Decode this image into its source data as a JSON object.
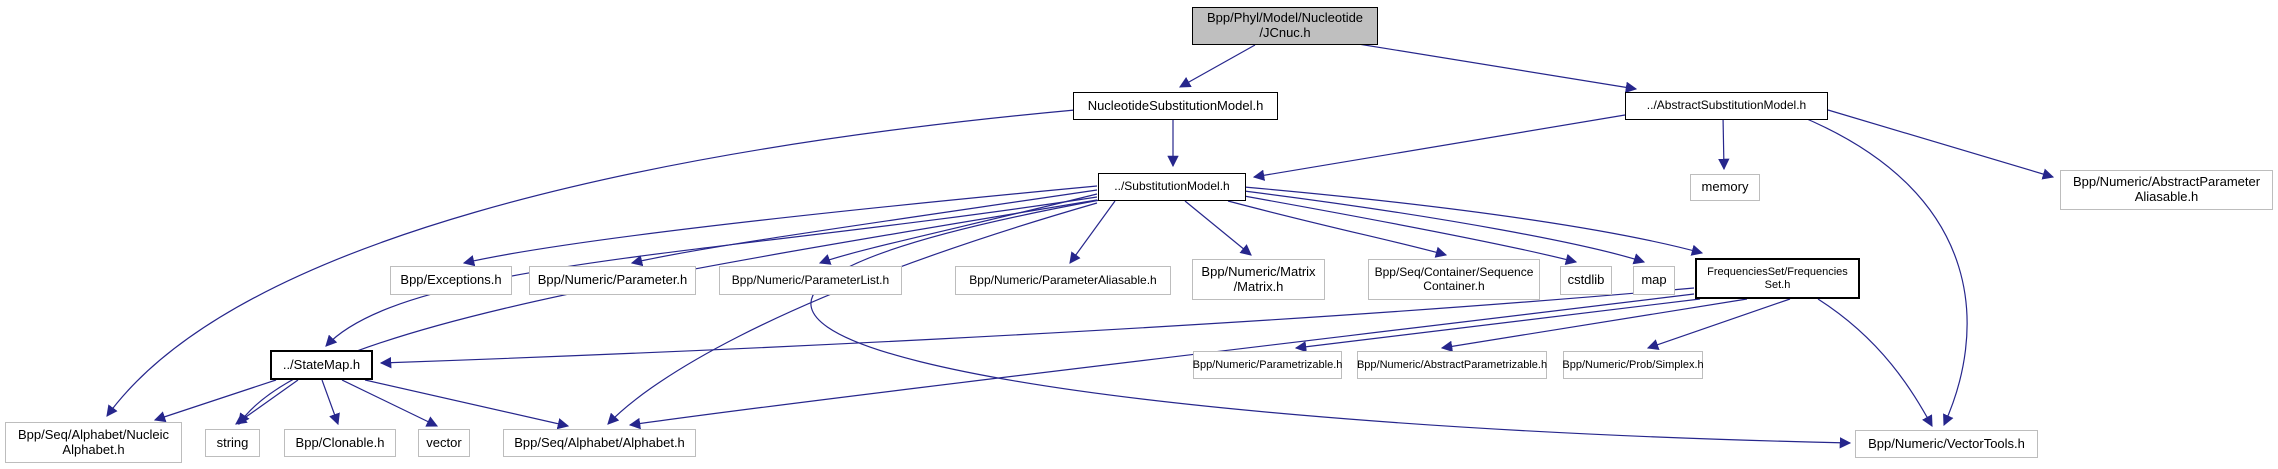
{
  "diagram": {
    "kind": "include-dependency-graph",
    "edge_color": "#26268c",
    "root_fill": "#bfbfbf",
    "documented_border": "#000000",
    "external_border": "#bdbdbd"
  },
  "nodes": {
    "jcnuc": {
      "label": "Bpp/Phyl/Model/Nucleotide\n/JCnuc.h"
    },
    "nucsubmodel": {
      "label": "NucleotideSubstitutionModel.h"
    },
    "abssubmodel": {
      "label": "../AbstractSubstitutionModel.h"
    },
    "submodel": {
      "label": "../SubstitutionModel.h"
    },
    "memory": {
      "label": "memory"
    },
    "absparamaliasable": {
      "label": "Bpp/Numeric/AbstractParameter\nAliasable.h"
    },
    "exceptions": {
      "label": "Bpp/Exceptions.h"
    },
    "parameter": {
      "label": "Bpp/Numeric/Parameter.h"
    },
    "parameterlist": {
      "label": "Bpp/Numeric/ParameterList.h"
    },
    "paramaliasable": {
      "label": "Bpp/Numeric/ParameterAliasable.h"
    },
    "matrix": {
      "label": "Bpp/Numeric/Matrix\n/Matrix.h"
    },
    "seqcontainer": {
      "label": "Bpp/Seq/Container/Sequence\nContainer.h"
    },
    "cstdlib": {
      "label": "cstdlib"
    },
    "map": {
      "label": "map"
    },
    "freqset": {
      "label": "FrequenciesSet/Frequencies\nSet.h"
    },
    "statemap": {
      "label": "../StateMap.h"
    },
    "parametrizable": {
      "label": "Bpp/Numeric/Parametrizable.h"
    },
    "absparametrizable": {
      "label": "Bpp/Numeric/AbstractParametrizable.h"
    },
    "simplex": {
      "label": "Bpp/Numeric/Prob/Simplex.h"
    },
    "nucleicalphabet": {
      "label": "Bpp/Seq/Alphabet/Nucleic\nAlphabet.h"
    },
    "string": {
      "label": "string"
    },
    "clonable": {
      "label": "Bpp/Clonable.h"
    },
    "vector": {
      "label": "vector"
    },
    "alphabet": {
      "label": "Bpp/Seq/Alphabet/Alphabet.h"
    },
    "vectortools": {
      "label": "Bpp/Numeric/VectorTools.h"
    }
  },
  "edges": [
    {
      "from": "jcnuc",
      "to": "nucsubmodel"
    },
    {
      "from": "jcnuc",
      "to": "abssubmodel"
    },
    {
      "from": "nucsubmodel",
      "to": "submodel"
    },
    {
      "from": "nucsubmodel",
      "to": "nucleicalphabet"
    },
    {
      "from": "abssubmodel",
      "to": "submodel"
    },
    {
      "from": "abssubmodel",
      "to": "memory"
    },
    {
      "from": "abssubmodel",
      "to": "absparamaliasable"
    },
    {
      "from": "abssubmodel",
      "to": "vectortools"
    },
    {
      "from": "submodel",
      "to": "exceptions"
    },
    {
      "from": "submodel",
      "to": "parameter"
    },
    {
      "from": "submodel",
      "to": "parameterlist"
    },
    {
      "from": "submodel",
      "to": "paramaliasable"
    },
    {
      "from": "submodel",
      "to": "matrix"
    },
    {
      "from": "submodel",
      "to": "seqcontainer"
    },
    {
      "from": "submodel",
      "to": "cstdlib"
    },
    {
      "from": "submodel",
      "to": "map"
    },
    {
      "from": "submodel",
      "to": "freqset"
    },
    {
      "from": "submodel",
      "to": "statemap"
    },
    {
      "from": "submodel",
      "to": "string"
    },
    {
      "from": "submodel",
      "to": "alphabet"
    },
    {
      "from": "submodel",
      "to": "vectortools"
    },
    {
      "from": "statemap",
      "to": "nucleicalphabet"
    },
    {
      "from": "statemap",
      "to": "string"
    },
    {
      "from": "statemap",
      "to": "clonable"
    },
    {
      "from": "statemap",
      "to": "vector"
    },
    {
      "from": "statemap",
      "to": "alphabet"
    },
    {
      "from": "freqset",
      "to": "statemap"
    },
    {
      "from": "freqset",
      "to": "parametrizable"
    },
    {
      "from": "freqset",
      "to": "absparametrizable"
    },
    {
      "from": "freqset",
      "to": "simplex"
    },
    {
      "from": "freqset",
      "to": "vectortools"
    },
    {
      "from": "freqset",
      "to": "alphabet"
    }
  ]
}
